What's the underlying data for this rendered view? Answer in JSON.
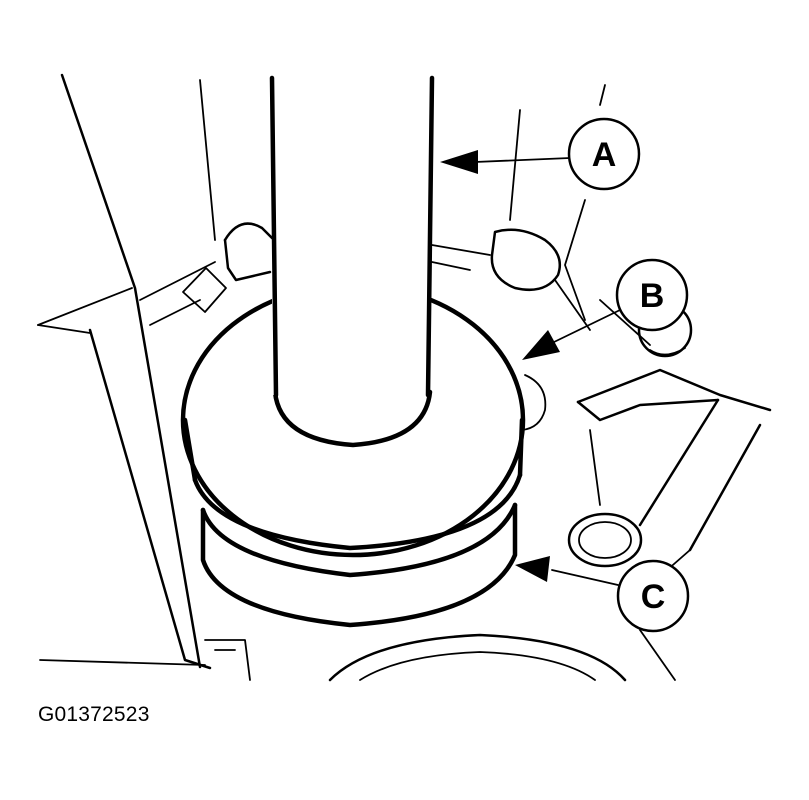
{
  "diagram": {
    "callouts": [
      {
        "id": "A",
        "label": "A"
      },
      {
        "id": "B",
        "label": "B"
      },
      {
        "id": "C",
        "label": "C"
      }
    ],
    "figure_id": "G01372523"
  },
  "colors": {
    "line": "#000000",
    "background": "#ffffff"
  }
}
